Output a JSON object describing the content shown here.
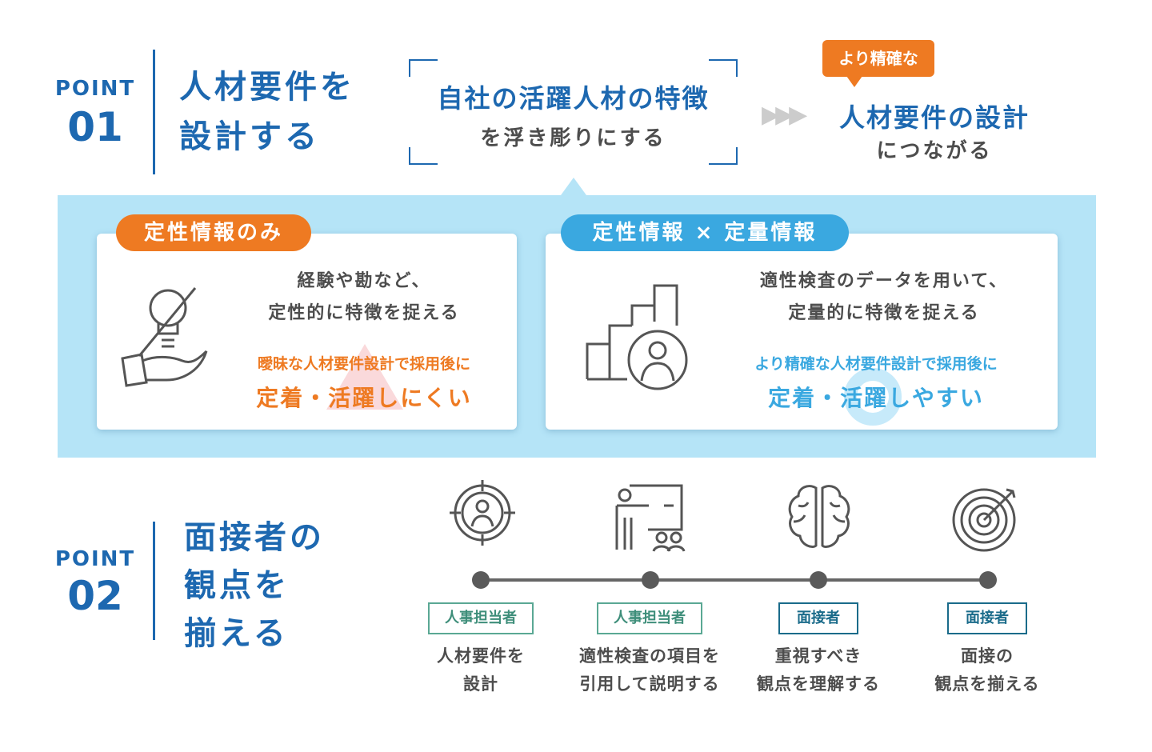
{
  "point1": {
    "label": "POINT",
    "number": "01",
    "title": [
      "人材要件を",
      "設計する"
    ],
    "quote": {
      "line1": "自社の活躍人材の特徴",
      "line2": "を浮き彫りにする"
    },
    "callout": "より精確な",
    "result": {
      "line1": "人材要件の設計",
      "line2": "につながる"
    }
  },
  "left_card": {
    "badge": "定性情報のみ",
    "desc": [
      "経験や勘など、",
      "定性的に特徴を捉える"
    ],
    "note": "曖昧な人材要件設計で採用後に",
    "outcome": "定着・活躍しにくい",
    "icon": "hand-lightbulb-crossed-icon"
  },
  "right_card": {
    "badge": "定性情報 × 定量情報",
    "desc": [
      "適性検査のデータを用いて、",
      "定量的に特徴を捉える"
    ],
    "note": "より精確な人材要件設計で採用後に",
    "outcome": "定着・活躍しやすい",
    "icon": "bar-chart-person-icon"
  },
  "point2": {
    "label": "POINT",
    "number": "02",
    "title": [
      "面接者の",
      "観点を",
      "揃える"
    ],
    "steps": [
      {
        "role": "人事担当者",
        "text": [
          "人材要件を",
          "設計"
        ],
        "icon": "target-person-icon"
      },
      {
        "role": "人事担当者",
        "text": [
          "適性検査の項目を",
          "引用して説明する"
        ],
        "icon": "presentation-icon"
      },
      {
        "role": "面接者",
        "text": [
          "重視すべき",
          "観点を理解する"
        ],
        "icon": "brain-icon"
      },
      {
        "role": "面接者",
        "text": [
          "面接の",
          "観点を揃える"
        ],
        "icon": "dartboard-icon"
      }
    ]
  },
  "colors": {
    "blue": "#1d68b0",
    "orange": "#ee7a22",
    "sky": "#3aa8e0",
    "panel": "#b5e4f7",
    "hr_tag": "#3e8e7a",
    "interviewer_tag": "#1a6b8a"
  }
}
